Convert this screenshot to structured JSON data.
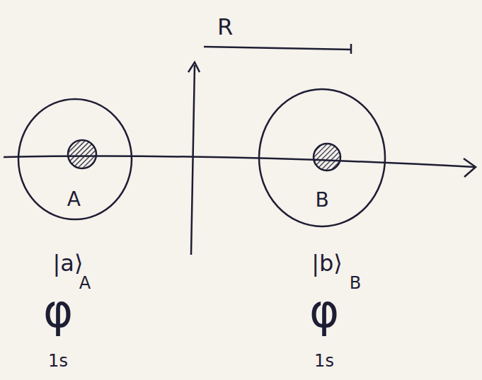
{
  "diagram": {
    "nodes": [
      {
        "text": [
          "A"
        ]
      },
      {
        "text": [
          "B"
        ]
      }
    ],
    "labels": [
      "R",
      "|a⟩",
      "|b⟩",
      "φ",
      "A",
      "1s",
      "φ",
      "B",
      "1s"
    ]
  }
}
